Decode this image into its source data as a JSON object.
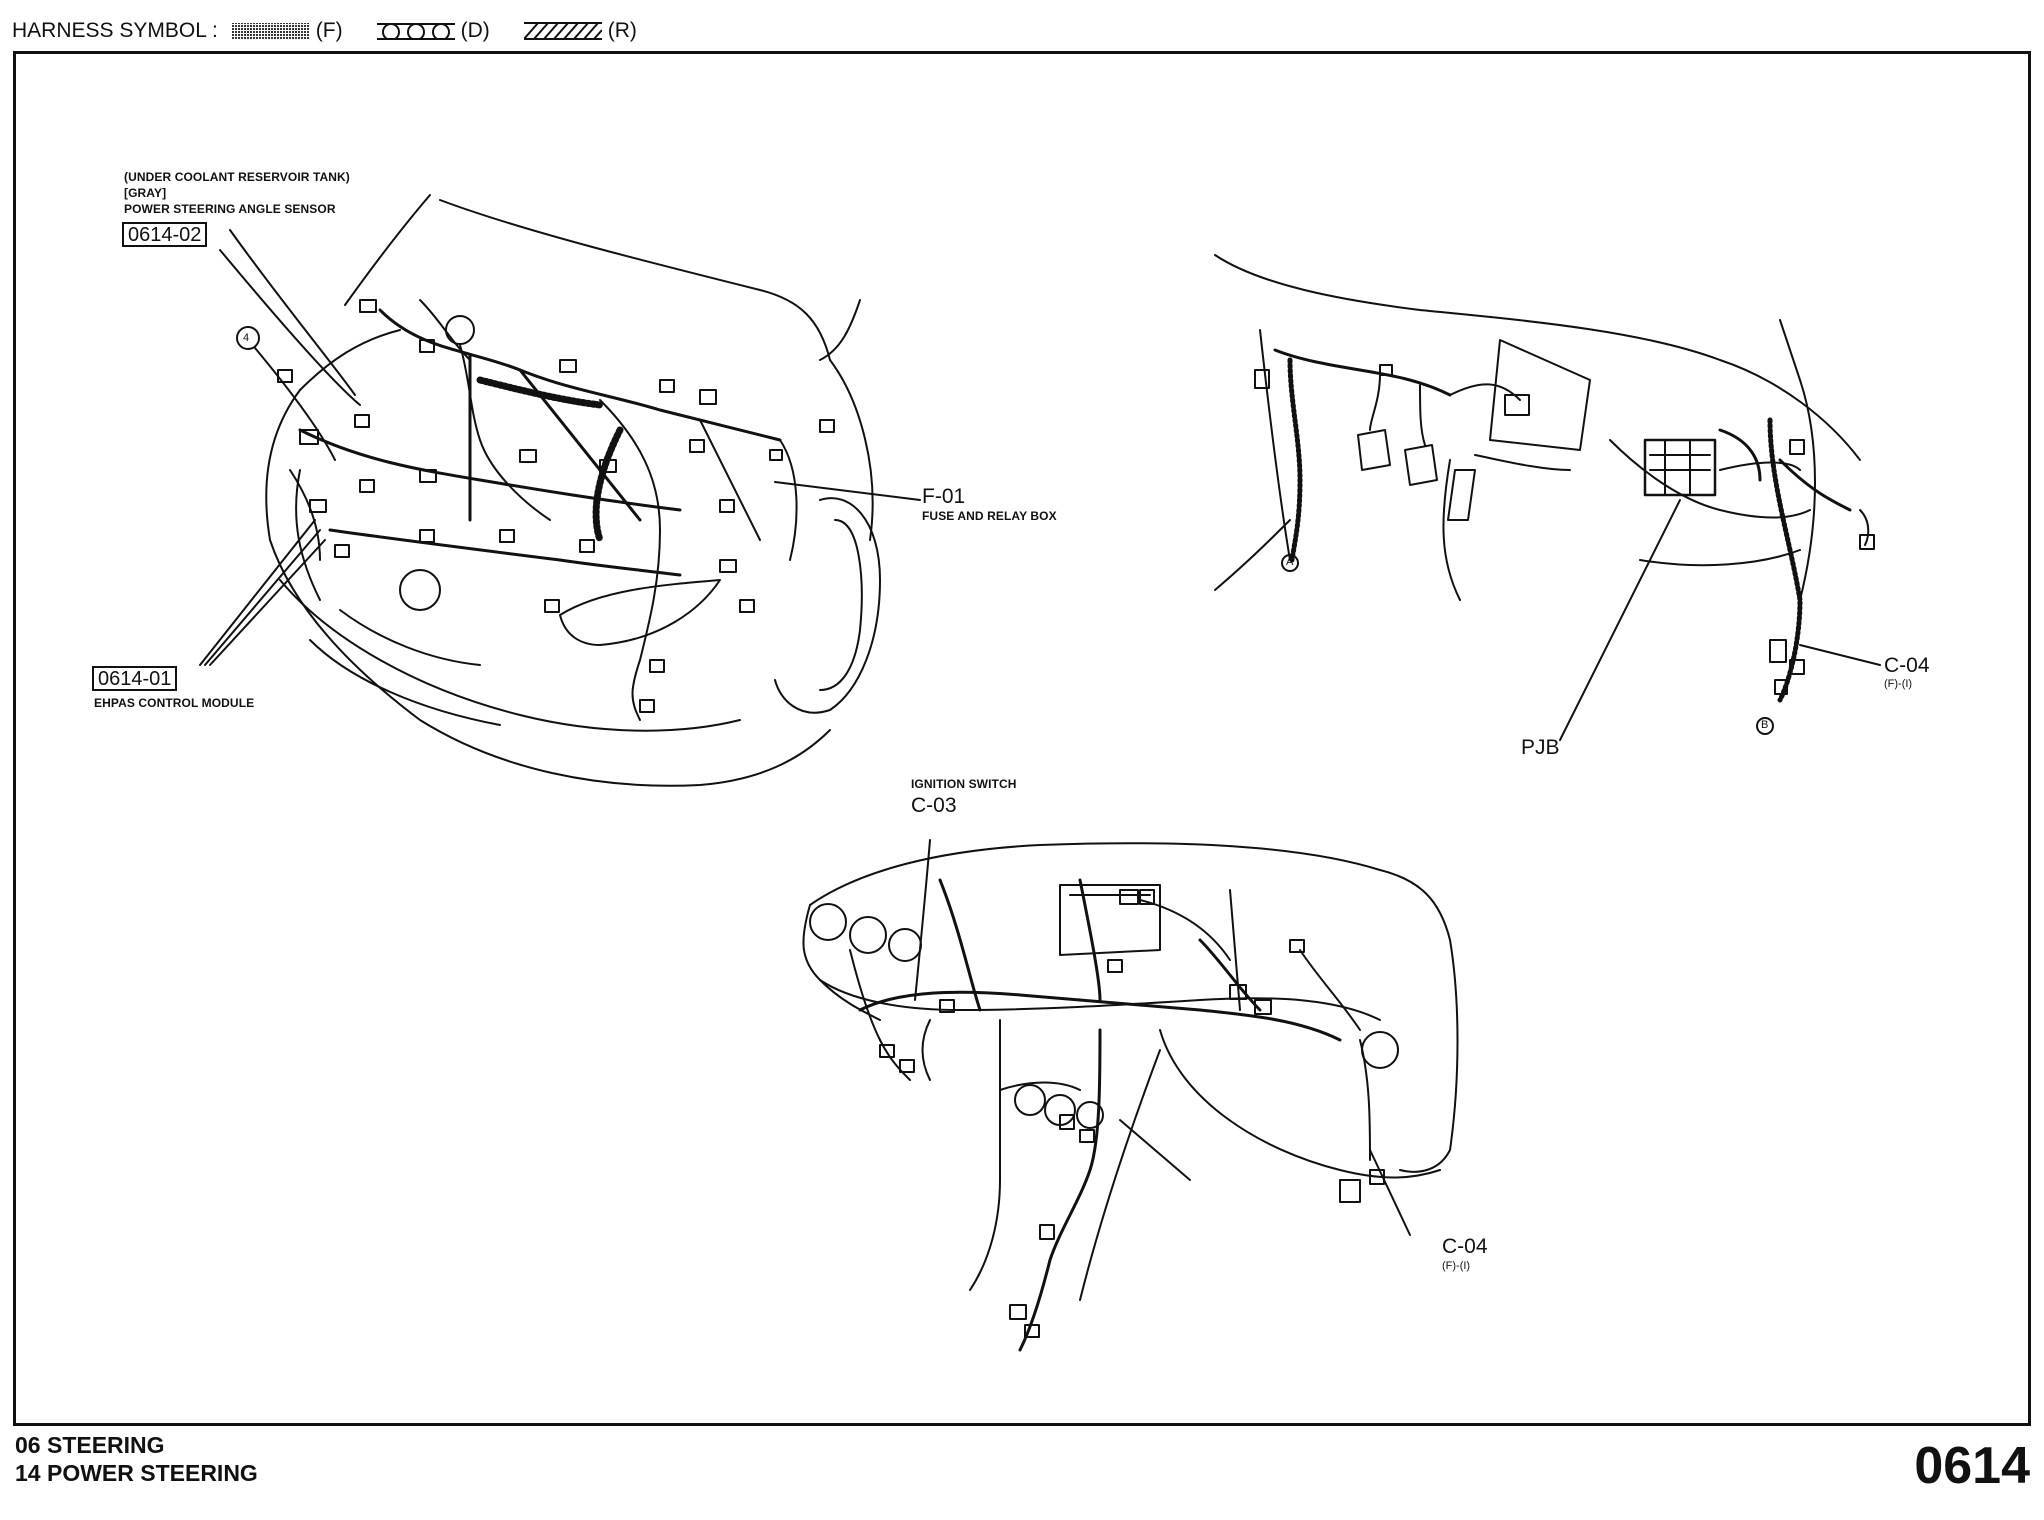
{
  "harness_symbol": {
    "title": "HARNESS SYMBOL :",
    "items": [
      {
        "code": "(F)",
        "pattern": "dotted"
      },
      {
        "code": "(D)",
        "pattern": "circles"
      },
      {
        "code": "(R)",
        "pattern": "hatched"
      }
    ]
  },
  "engine_view": {
    "sensor_note_1": "(UNDER COOLANT RESERVOIR TANK)",
    "sensor_note_2": "[GRAY]",
    "sensor_name": "POWER STEERING ANGLE SENSOR",
    "sensor_code": "0614-02",
    "callout_4": "4",
    "fuse_code": "F-01",
    "fuse_name": "FUSE AND RELAY BOX",
    "module_code": "0614-01",
    "module_name": "EHPAS CONTROL MODULE"
  },
  "footwell_view": {
    "mark_a": "A",
    "mark_b": "B",
    "pjb_label": "PJB",
    "c04_code": "C-04",
    "c04_sub": "(F)-(I)"
  },
  "dash_view": {
    "ignition_name": "IGNITION SWITCH",
    "ignition_code": "C-03",
    "c04_code": "C-04",
    "c04_sub": "(F)-(I)"
  },
  "footer": {
    "group": "06  STEERING",
    "section": "14  POWER STEERING",
    "page_number": "0614"
  }
}
